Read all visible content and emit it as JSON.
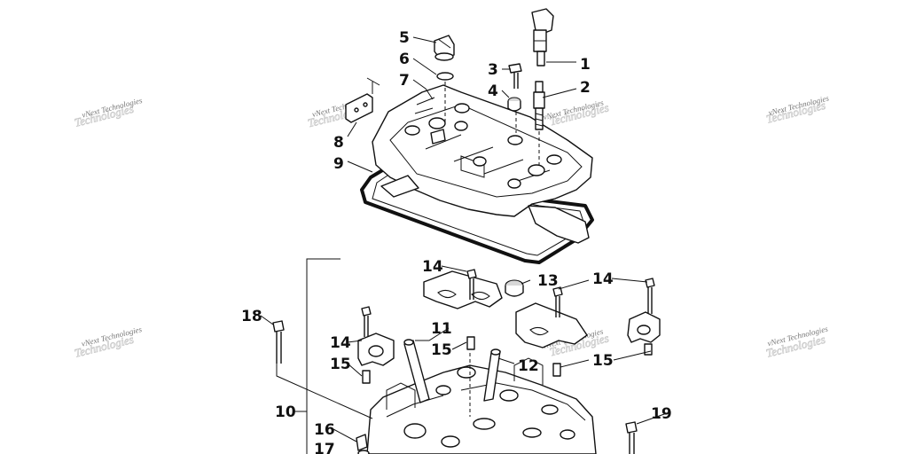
{
  "callouts": {
    "c1": "1",
    "c2": "2",
    "c3": "3",
    "c4": "4",
    "c5": "5",
    "c6": "6",
    "c7": "7",
    "c8": "8",
    "c9": "9",
    "c10": "10",
    "c11": "11",
    "c12": "12",
    "c13": "13",
    "c14a": "14",
    "c14b": "14",
    "c14c": "14",
    "c15a": "15",
    "c15b": "15",
    "c15c": "15",
    "c16": "16",
    "c17": "17",
    "c18": "18",
    "c19": "19"
  },
  "watermarks": {
    "w1": "vNext Technologies",
    "w2": "vNext Technologies",
    "w3": "vNext Technologies",
    "w4": "vNext Technologies",
    "w5": "vNext Technologies",
    "w6": "vNext Technologies",
    "w7": "vNext Technologies"
  }
}
